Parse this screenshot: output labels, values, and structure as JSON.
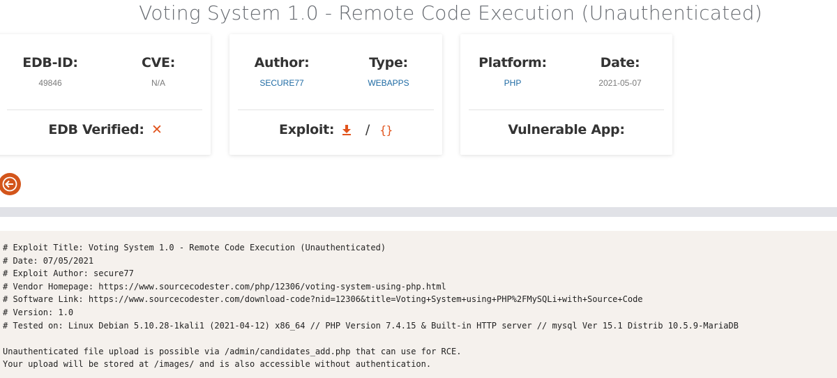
{
  "title": "Voting System 1.0 - Remote Code Execution (Unauthenticated)",
  "cards": {
    "edb_id": {
      "label": "EDB-ID:",
      "value": "49846"
    },
    "cve": {
      "label": "CVE:",
      "value": "N/A"
    },
    "author": {
      "label": "Author:",
      "value": "SECURE77"
    },
    "type": {
      "label": "Type:",
      "value": "WEBAPPS"
    },
    "platform": {
      "label": "Platform:",
      "value": "PHP"
    },
    "date": {
      "label": "Date:",
      "value": "2021-05-07"
    },
    "edb_verified": {
      "label": "EDB Verified:",
      "icon": "x-mark-icon",
      "glyph": "✕"
    },
    "exploit": {
      "label": "Exploit:",
      "download_icon": "download-icon",
      "separator": "/",
      "raw_icon": "code-braces-icon",
      "braces": "{}"
    },
    "vulnerable_app": {
      "label": "Vulnerable App:"
    }
  },
  "back_button": {
    "icon": "arrow-left-icon"
  },
  "colors": {
    "accent": "#d3551b",
    "link": "#1f6ba4",
    "code_background": "#f5f1ed",
    "band": "#e1e2e7"
  },
  "code": {
    "lines": [
      "# Exploit Title: Voting System 1.0 - Remote Code Execution (Unauthenticated)",
      "# Date: 07/05/2021",
      "# Exploit Author: secure77",
      "# Vendor Homepage: https://www.sourcecodester.com/php/12306/voting-system-using-php.html",
      "# Software Link: https://www.sourcecodester.com/download-code?nid=12306&title=Voting+System+using+PHP%2FMySQLi+with+Source+Code",
      "# Version: 1.0",
      "# Tested on: Linux Debian 5.10.28-1kali1 (2021-04-12) x86_64 // PHP Version 7.4.15 & Built-in HTTP server // mysql Ver 15.1 Distrib 10.5.9-MariaDB",
      "",
      "Unauthenticated file upload is possible via /admin/candidates_add.php that can use for RCE.",
      "Your upload will be stored at /images/ and is also accessible without authentication."
    ]
  }
}
